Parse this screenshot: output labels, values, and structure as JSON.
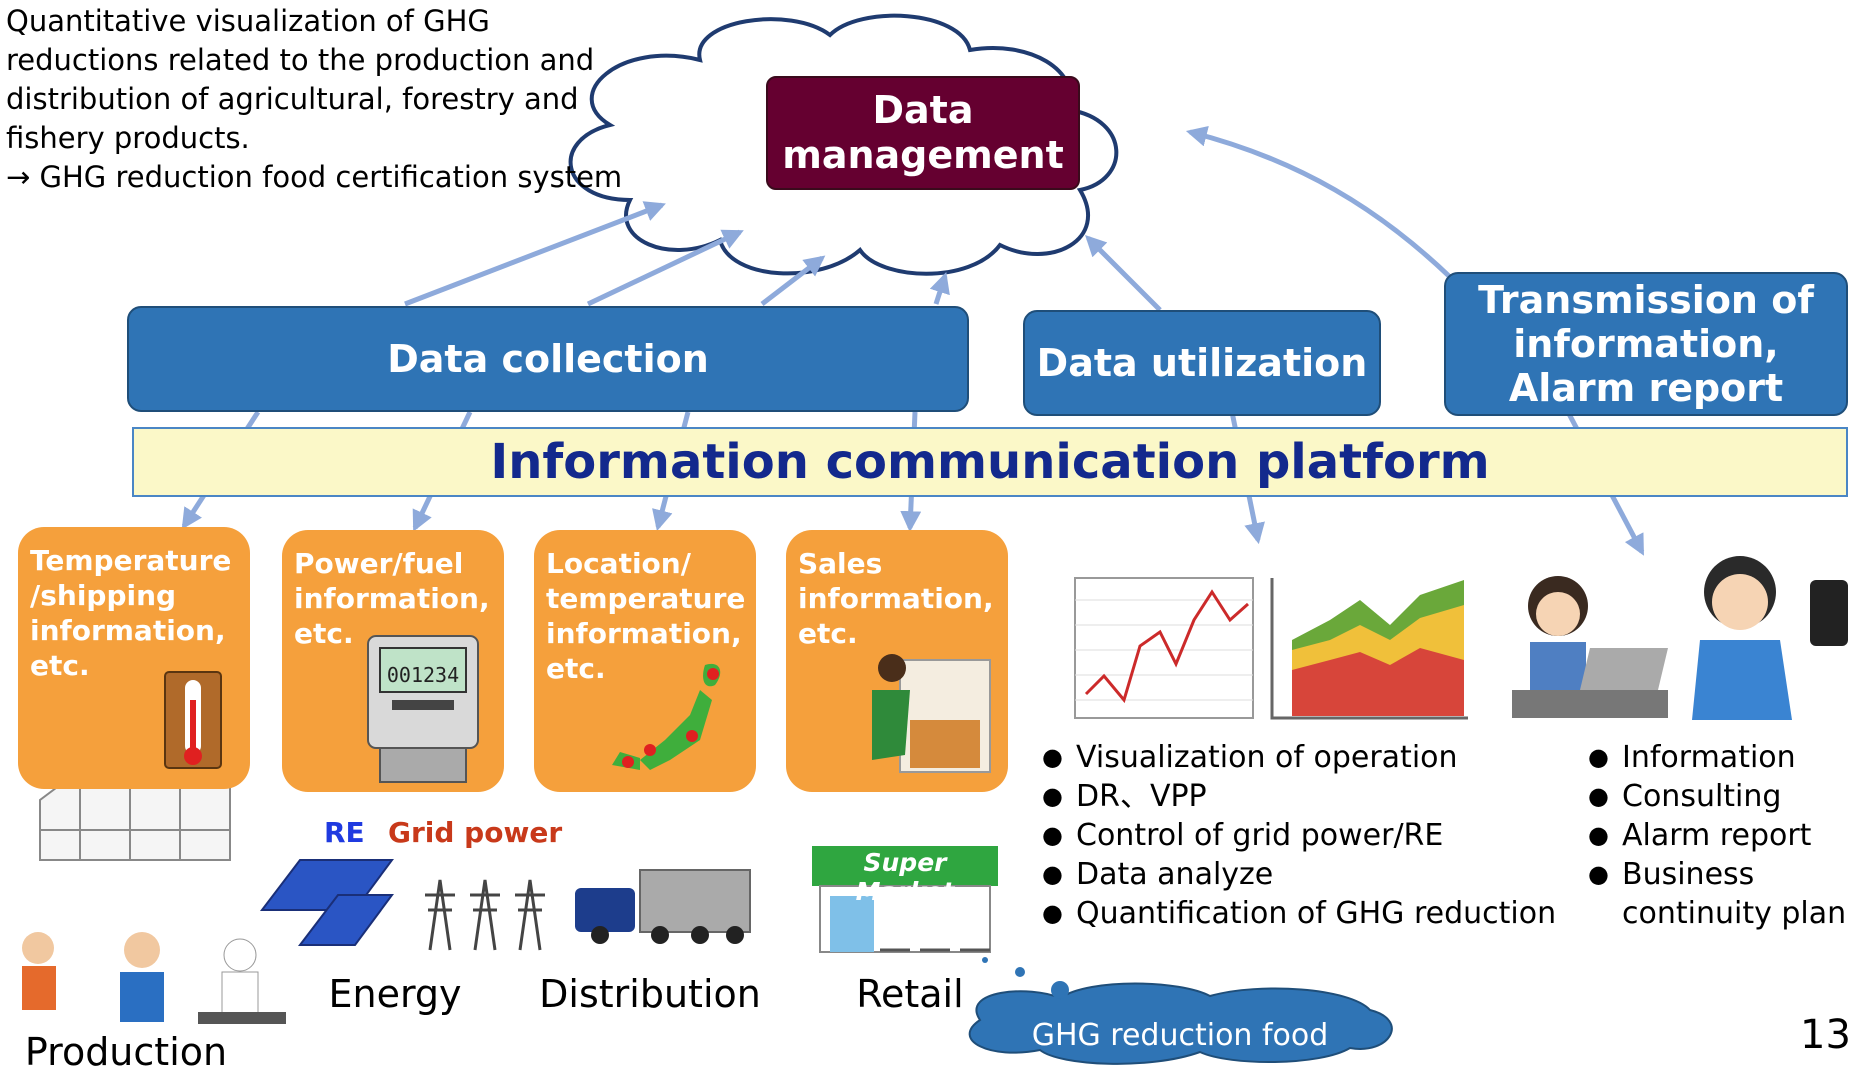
{
  "caption": {
    "lines": [
      "Quantitative visualization of GHG",
      "reductions related to the production and",
      "distribution of agricultural, forestry and",
      "fishery products.",
      "→ GHG reduction food certification system"
    ]
  },
  "data_management": {
    "line1": "Data",
    "line2": "management"
  },
  "boxes": {
    "collection": "Data collection",
    "utilization": "Data utilization",
    "transmission": [
      "Transmission of",
      "information,",
      "Alarm report"
    ]
  },
  "platform": "Information communication platform",
  "info_cards": [
    {
      "lines": [
        "Temperature",
        "/shipping",
        "information,",
        "etc."
      ]
    },
    {
      "lines": [
        "Power/fuel",
        "information,",
        "etc."
      ]
    },
    {
      "lines": [
        "Location/",
        "temperature",
        "information,",
        "etc."
      ]
    },
    {
      "lines": [
        "Sales",
        "information,",
        "etc."
      ]
    }
  ],
  "meter_reading": "001234",
  "energy_sources": {
    "re": "RE",
    "grid": "Grid power"
  },
  "supermarket_sign": "Super Market",
  "sectors": {
    "production": "Production",
    "energy": "Energy",
    "distribution": "Distribution",
    "retail": "Retail"
  },
  "utilization_list": [
    "Visualization of operation",
    "DR、VPP",
    "Control of grid power/RE",
    "Data analyze",
    "Quantification of GHG reduction"
  ],
  "transmission_list": [
    "Information",
    "Consulting",
    "Alarm report",
    "Business\ncontinuity plan"
  ],
  "ghg_food": "GHG reduction food",
  "page_number": "13",
  "colors": {
    "box_blue": "#2f74b5",
    "data_mgmt": "#650030",
    "platform_fill": "#fbf8c8",
    "platform_text": "#13298d",
    "card_orange": "#f5a03c",
    "arrow": "#8eaadb",
    "re_text": "#1f3ae0",
    "grid_text": "#c8391a"
  }
}
